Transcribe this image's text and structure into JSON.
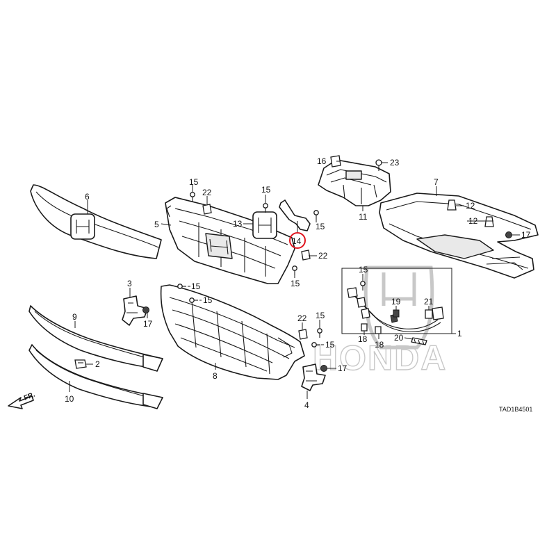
{
  "diagram": {
    "callouts": [
      "1",
      "2",
      "3",
      "4",
      "5",
      "6",
      "7",
      "8",
      "9",
      "10",
      "11",
      "12",
      "12",
      "13",
      "14",
      "15",
      "15",
      "15",
      "15",
      "15",
      "15",
      "15",
      "15",
      "16",
      "17",
      "17",
      "17",
      "18",
      "18",
      "19",
      "20",
      "21",
      "22",
      "22",
      "22",
      "23"
    ],
    "highlighted_callout": "14",
    "direction_label": "FR.",
    "diagram_code": "TAD1B4501",
    "watermark_text": "HONDA",
    "colors": {
      "line": "#1a1a1a",
      "highlight": "#e0141e",
      "watermark": "#c8c8c8"
    }
  }
}
